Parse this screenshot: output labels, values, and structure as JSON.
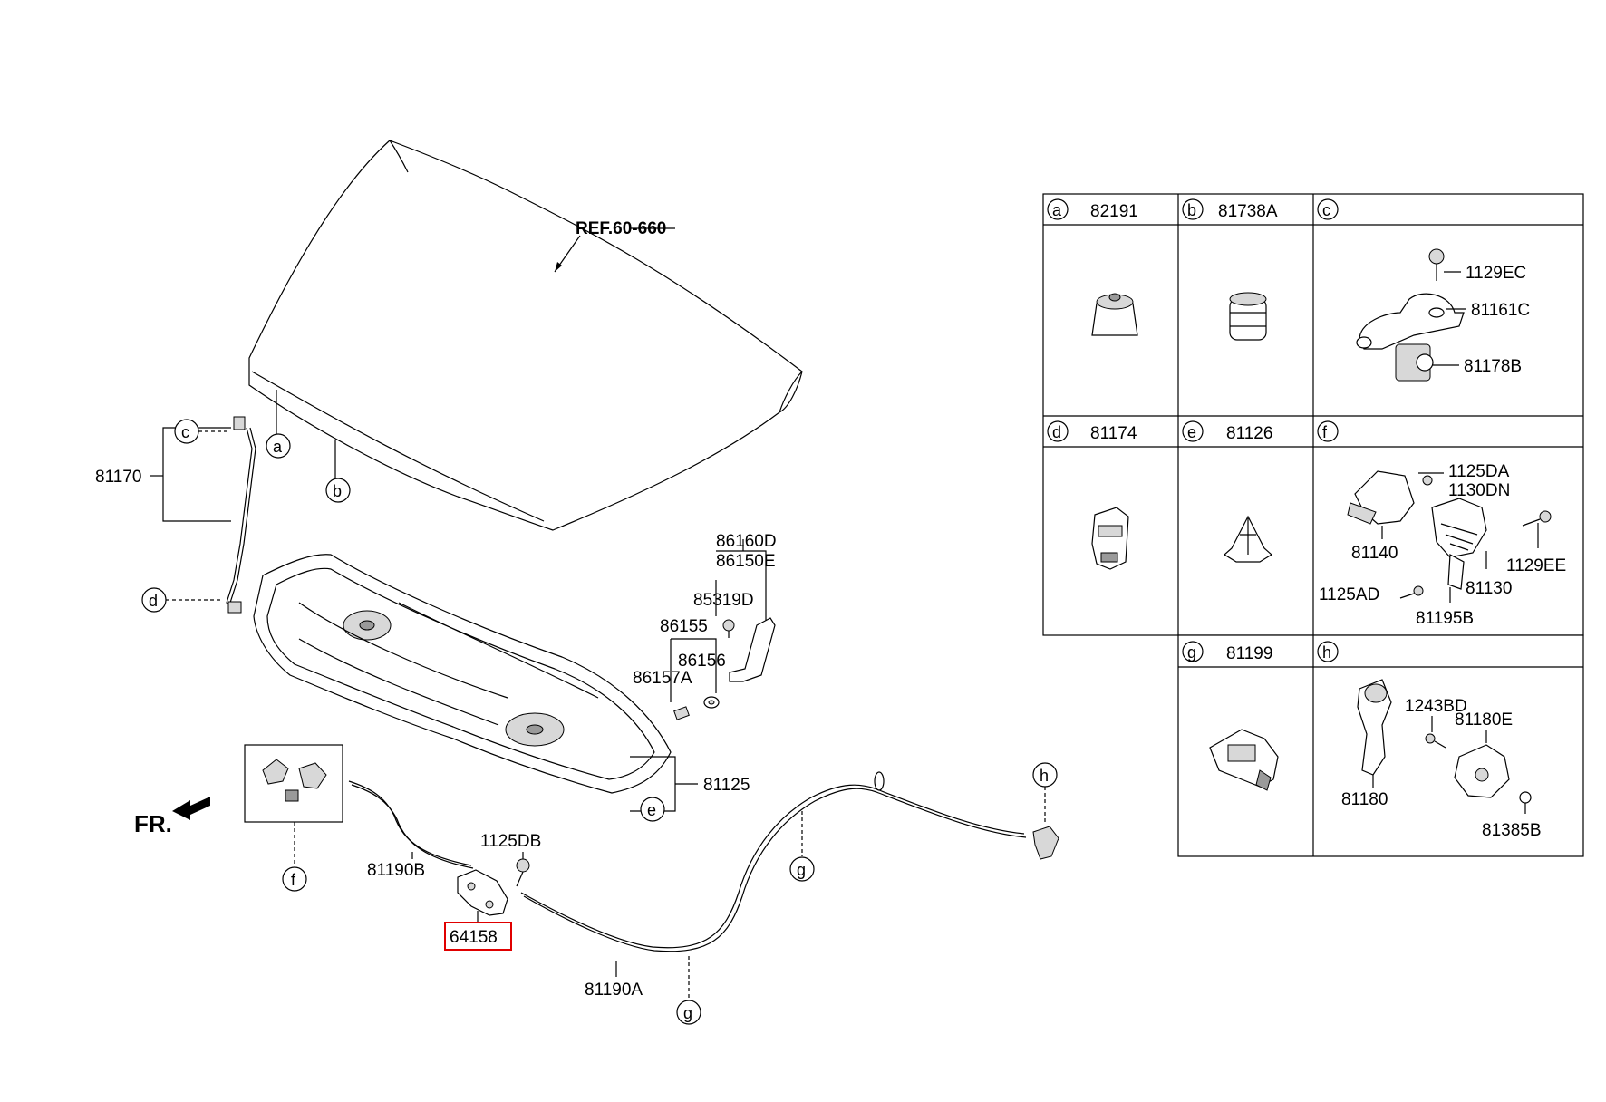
{
  "reference": "REF.60-660",
  "front_marker": "FR.",
  "labels": {
    "hood_stay": "81170",
    "insulator": "81125",
    "cable_b": "81190B",
    "cable_a": "81190A",
    "latch_bolt": "1125DB",
    "latch_striker": "64158",
    "emblem_d": "86160D",
    "emblem_e": "86150E",
    "screw_d": "85319D",
    "grommet_a": "86155",
    "grommet_b": "86156",
    "clip_a": "86157A"
  },
  "callouts": {
    "a": "a",
    "b": "b",
    "c": "c",
    "d": "d",
    "e": "e",
    "f": "f",
    "g": "g",
    "h": "h"
  },
  "table": {
    "cells": [
      {
        "letter": "a",
        "part": "82191"
      },
      {
        "letter": "b",
        "part": "81738A"
      },
      {
        "letter": "c",
        "part": "",
        "items": [
          "1129EC",
          "81161C",
          "81178B"
        ]
      },
      {
        "letter": "d",
        "part": "81174"
      },
      {
        "letter": "e",
        "part": "81126"
      },
      {
        "letter": "f",
        "part": "",
        "items": [
          "1125DA",
          "1130DN",
          "81140",
          "1129EE",
          "81130",
          "1125AD",
          "81195B"
        ]
      },
      {
        "letter": "g",
        "part": "81199"
      },
      {
        "letter": "h",
        "part": "",
        "items": [
          "1243BD",
          "81180E",
          "81180",
          "81385B"
        ]
      }
    ]
  },
  "colors": {
    "highlight": "#e00000",
    "line": "#000000"
  }
}
